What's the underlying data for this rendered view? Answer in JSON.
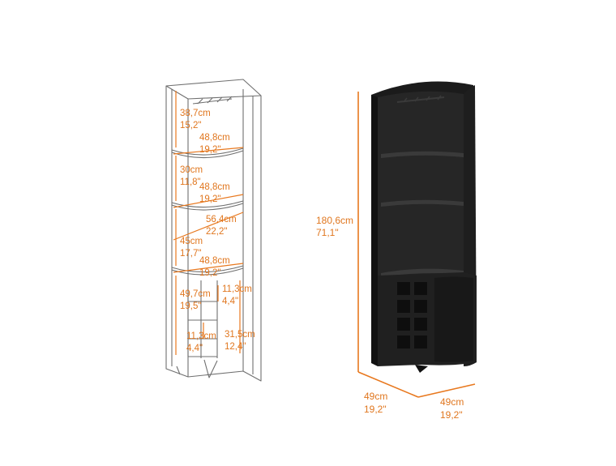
{
  "colors": {
    "accent": "#e8781e",
    "line_drawing": "#6f6f6f",
    "cabinet": "#232323",
    "cabinet_shadow": "#151515"
  },
  "drawing_dimensions": [
    {
      "id": "top-opening",
      "metric": "38,7cm",
      "imperial": "15,2\""
    },
    {
      "id": "shelf-1-width",
      "metric": "48,8cm",
      "imperial": "19,2\""
    },
    {
      "id": "upper-opening",
      "metric": "30cm",
      "imperial": "11,8\""
    },
    {
      "id": "shelf-2-width",
      "metric": "48,8cm",
      "imperial": "19,2\""
    },
    {
      "id": "diagonal-width",
      "metric": "56,4cm",
      "imperial": "22,2\""
    },
    {
      "id": "middle-opening",
      "metric": "45cm",
      "imperial": "17,7\""
    },
    {
      "id": "shelf-3-width",
      "metric": "48,8cm",
      "imperial": "19,2\""
    },
    {
      "id": "bottom-height",
      "metric": "49,7cm",
      "imperial": "19,5\""
    },
    {
      "id": "cubby-height",
      "metric": "11,3cm",
      "imperial": "4,4\""
    },
    {
      "id": "cubby-height-lower",
      "metric": "11,3cm",
      "imperial": "4,4\""
    },
    {
      "id": "side-cabinet-height",
      "metric": "31,5cm",
      "imperial": "12,4\""
    }
  ],
  "product_dimensions": {
    "height": {
      "metric": "180,6cm",
      "imperial": "71,1\""
    },
    "depth_left": {
      "metric": "49cm",
      "imperial": "19,2\""
    },
    "depth_right": {
      "metric": "49cm",
      "imperial": "19,2\""
    }
  }
}
